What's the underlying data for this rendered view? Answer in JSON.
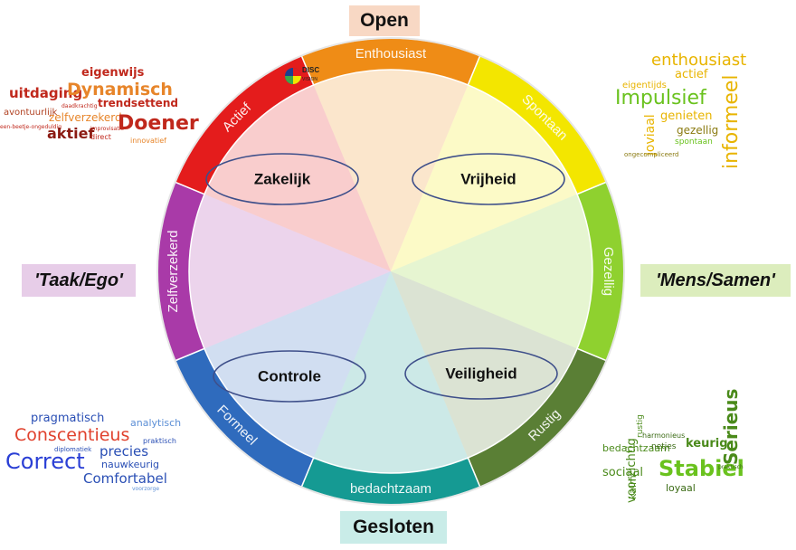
{
  "headers": {
    "top": "Open",
    "bottom": "Gesloten",
    "left": "'Taak/Ego'",
    "right": "'Mens/Samen'"
  },
  "ring_segments": [
    {
      "label": "Enthousiast",
      "color": "#ef8c16"
    },
    {
      "label": "Spontaan",
      "color": "#f3e600"
    },
    {
      "label": "Gezellig",
      "color": "#8fd12f"
    },
    {
      "label": "Rustig",
      "color": "#5a7f35"
    },
    {
      "label": "bedachtzaam",
      "color": "#159a93"
    },
    {
      "label": "Formeel",
      "color": "#2f6bbd"
    },
    {
      "label": "Zelfverzekerd",
      "color": "#a93aa8"
    },
    {
      "label": "Actief",
      "color": "#e41c1c"
    }
  ],
  "quadrants": [
    {
      "label": "Zakelijk"
    },
    {
      "label": "Vrijheid"
    },
    {
      "label": "Controle"
    },
    {
      "label": "Veiligheid"
    }
  ],
  "logo": {
    "text": "DISC",
    "subtext": "VISION"
  },
  "word_clouds": {
    "red": [
      "eigenwijs",
      "uitdaging",
      "Dynamisch",
      "trendsettend",
      "avontuurlijk",
      "daadkrachtig",
      "zelfverzekerd",
      "Doener",
      "een-beetje-ongeduldig",
      "aktief",
      "improvisatie",
      "direct",
      "innovatief"
    ],
    "yellow": [
      "enthousiast",
      "actief",
      "eigentijds",
      "Impulsief",
      "informeel",
      "joviaal",
      "genieten",
      "gezellig",
      "spontaan",
      "ongecompliceerd"
    ],
    "blue": [
      "pragmatisch",
      "analytisch",
      "Conscentieus",
      "praktisch",
      "diplomatiek",
      "precies",
      "Correct",
      "nauwkeurig",
      "Comfortabel",
      "voorzorge"
    ],
    "green": [
      "rustig",
      "harmonieus",
      "bedachtzaam",
      "netjes",
      "keurig",
      "Serieus",
      "sociaal",
      "voorzichtig",
      "Stabiel",
      "praktisch",
      "kalm",
      "loyaal"
    ]
  }
}
